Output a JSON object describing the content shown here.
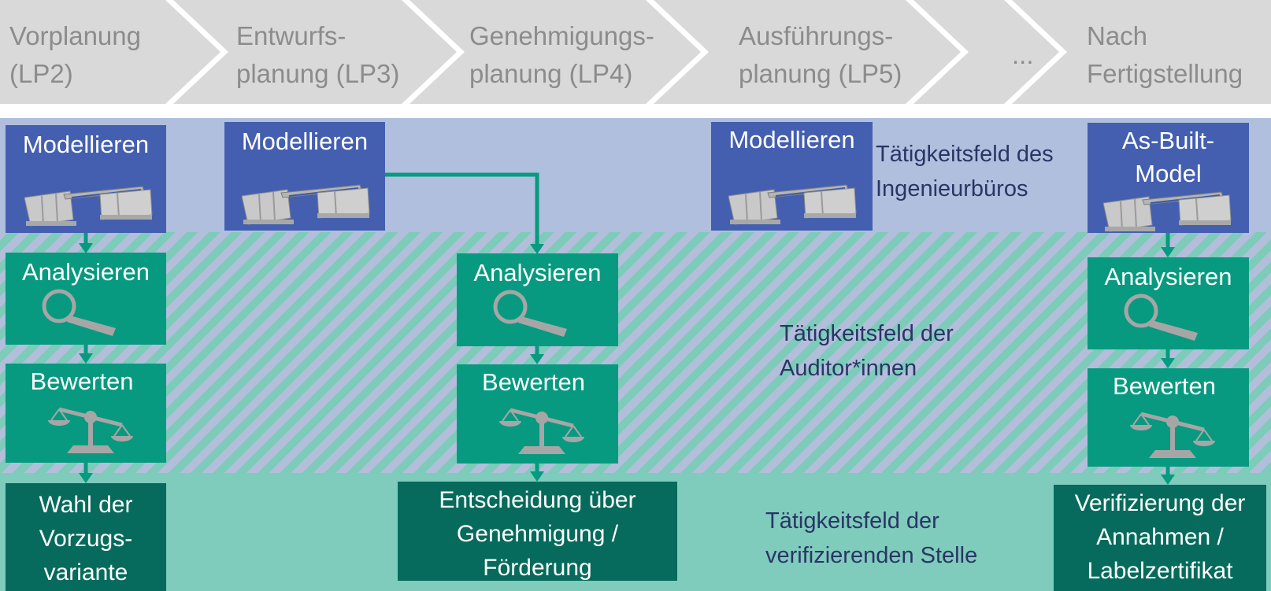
{
  "phases": [
    {
      "label": "Vorplanung\n(LP2)"
    },
    {
      "label": "Entwurfs-\nplanung (LP3)"
    },
    {
      "label": "Genehmigungs-\nplanung (LP4)"
    },
    {
      "label": "Ausführungs-\nplanung (LP5)"
    },
    {
      "label": "..."
    },
    {
      "label": "Nach\nFertigstellung"
    }
  ],
  "fields": {
    "engineer": "Tätigkeitsfeld des\nIngenieurbüros",
    "auditor": "Tätigkeitsfeld der\nAuditor*innen",
    "verifier": "Tätigkeitsfeld der\nverifizierenden Stelle"
  },
  "boxes": {
    "model_lp2": "Modellieren",
    "model_lp3": "Modellieren",
    "model_lp5": "Modellieren",
    "model_asbuilt": "As-Built-\nModel",
    "analyse_lp2": "Analysieren",
    "analyse_lp4": "Analysieren",
    "analyse_final": "Analysieren",
    "rate_lp2": "Bewerten",
    "rate_lp4": "Bewerten",
    "rate_final": "Bewerten",
    "decision_lp2": "Wahl der\nVorzugs-\nvariante",
    "decision_lp4": "Entscheidung über\nGenehmigung /\nFörderung",
    "decision_final": "Verifizierung der\nAnnahmen /\nLabelzertifikat"
  },
  "icons": {
    "model": "bridge-model-icon",
    "analyse": "magnifier-icon",
    "rate": "balance-scale-icon"
  },
  "colors": {
    "phase_arrow": "#d9d9d9",
    "phase_text": "#8c8c8c",
    "model_box": "#445fb0",
    "process_box": "#079a80",
    "decision_box": "#066b5c",
    "engineer_band": "#b0bfdd",
    "verifier_band": "#7fcbbc",
    "field_text": "#2a3565",
    "arrow": "#079a80"
  }
}
